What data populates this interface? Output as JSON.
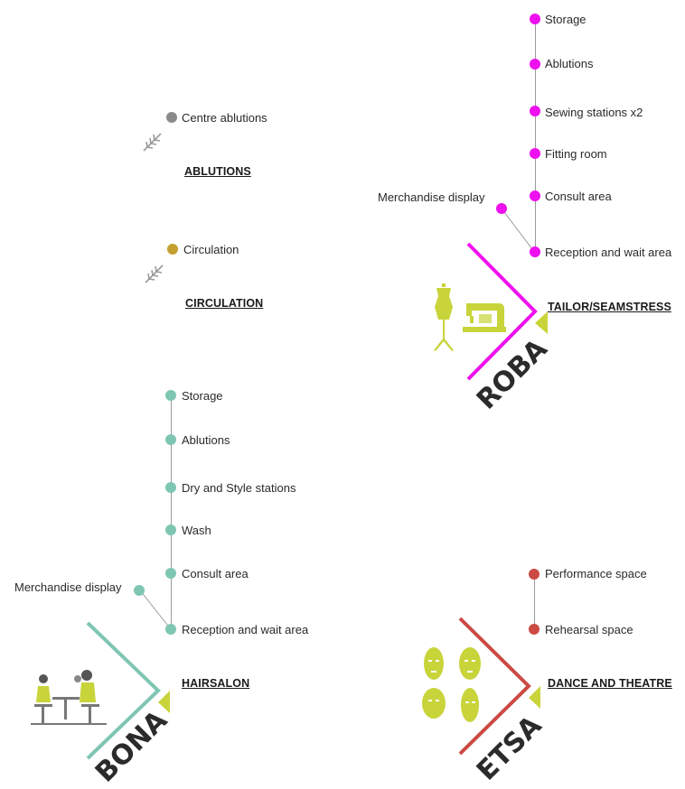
{
  "colors": {
    "ablutions": "#8a8a8a",
    "circulation": "#c4a032",
    "tailor": "#ee10ee",
    "hairsalon": "#7fc6b2",
    "dance": "#cc4a44",
    "accent": "#c8d43a",
    "dark": "#2b2b2b"
  },
  "ablutions": {
    "title": "ABLUTIONS",
    "item": "Centre ablutions",
    "icon": "feather-icon"
  },
  "circulation": {
    "title": "CIRCULATION",
    "item": "Circulation",
    "icon": "feather-icon"
  },
  "tailor": {
    "title": "TAILOR/SEAMSTRESS",
    "brand": "ROBA",
    "spine": [
      "Storage",
      "Ablutions",
      "Sewing stations x2",
      "Fitting room",
      "Consult area",
      "Reception and wait area"
    ],
    "branch": "Merchandise display",
    "icons": [
      "mannequin-icon",
      "sewing-machine-icon"
    ]
  },
  "hairsalon": {
    "title": "HAIRSALON",
    "brand": "BONA",
    "spine": [
      "Storage",
      "Ablutions",
      "Dry and Style stations",
      "Wash",
      "Consult area",
      "Reception and wait area"
    ],
    "branch": "Merchandise display",
    "icons": [
      "salon-scene-icon"
    ]
  },
  "dance": {
    "title": "DANCE AND THEATRE",
    "brand": "ETSA",
    "spine": [
      "Performance space",
      "Rehearsal space"
    ],
    "icons": [
      "african-mask-icon"
    ]
  }
}
